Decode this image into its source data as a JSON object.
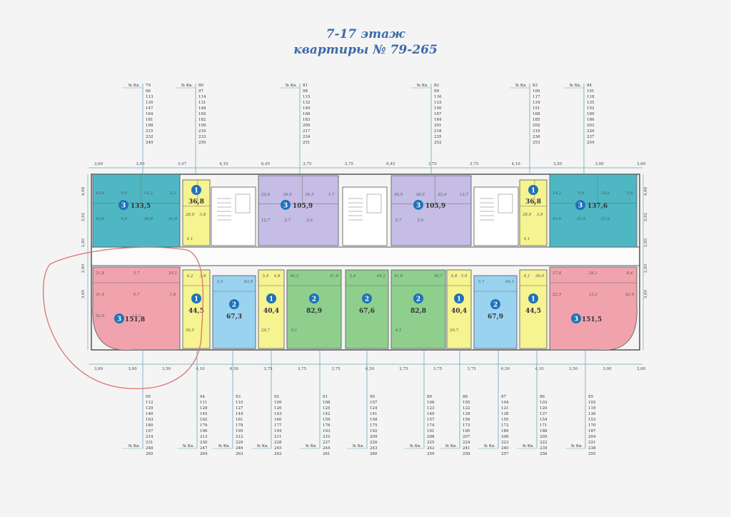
{
  "header": {
    "floor": "7-17 этаж",
    "apartments": "квартиры № 79-265"
  },
  "kv_label": "№ Кв.",
  "colors": {
    "teal": "#4fb7c4",
    "yellow": "#f6f391",
    "lilac": "#c5bde5",
    "blue": "#9ad3f0",
    "green": "#8fcf8e",
    "pink": "#f0a3ad",
    "badge": "#1e72b8",
    "dim_line": "#6aa7b7",
    "wall": "#555555",
    "circle_mark": "#d9736f"
  },
  "top_lists": [
    [
      "79",
      "96",
      "113",
      "130",
      "147",
      "164",
      "181",
      "198",
      "215",
      "232",
      "249"
    ],
    [
      "80",
      "97",
      "114",
      "131",
      "148",
      "165",
      "182",
      "199",
      "216",
      "233",
      "250"
    ],
    [
      "81",
      "98",
      "115",
      "132",
      "149",
      "166",
      "183",
      "200",
      "217",
      "234",
      "251"
    ],
    [
      "82",
      "99",
      "116",
      "133",
      "150",
      "167",
      "184",
      "201",
      "218",
      "235",
      "252"
    ],
    [
      "83",
      "100",
      "117",
      "134",
      "151",
      "168",
      "185",
      "202",
      "219",
      "236",
      "253"
    ],
    [
      "84",
      "101",
      "118",
      "135",
      "152",
      "169",
      "186",
      "203",
      "220",
      "237",
      "254"
    ]
  ],
  "bottom_lists": [
    [
      "95",
      "112",
      "129",
      "146",
      "163",
      "180",
      "197",
      "214",
      "231",
      "248",
      "265"
    ],
    [
      "94",
      "111",
      "128",
      "145",
      "162",
      "179",
      "196",
      "213",
      "230",
      "247",
      "264"
    ],
    [
      "93",
      "110",
      "127",
      "144",
      "161",
      "178",
      "195",
      "212",
      "229",
      "246",
      "263"
    ],
    [
      "92",
      "109",
      "126",
      "143",
      "160",
      "177",
      "194",
      "211",
      "228",
      "245",
      "262"
    ],
    [
      "91",
      "108",
      "125",
      "142",
      "159",
      "176",
      "193",
      "210",
      "227",
      "244",
      "261"
    ],
    [
      "90",
      "107",
      "124",
      "141",
      "158",
      "175",
      "192",
      "209",
      "226",
      "243",
      "260"
    ],
    [
      "89",
      "106",
      "123",
      "140",
      "157",
      "174",
      "191",
      "208",
      "225",
      "242",
      "259"
    ],
    [
      "88",
      "105",
      "122",
      "139",
      "156",
      "173",
      "190",
      "207",
      "224",
      "241",
      "258"
    ],
    [
      "87",
      "104",
      "121",
      "138",
      "155",
      "172",
      "189",
      "206",
      "223",
      "240",
      "257"
    ],
    [
      "86",
      "103",
      "120",
      "137",
      "154",
      "171",
      "188",
      "205",
      "222",
      "239",
      "256"
    ],
    [
      "85",
      "102",
      "119",
      "136",
      "153",
      "170",
      "187",
      "204",
      "221",
      "238",
      "255"
    ]
  ],
  "top_dims": [
    "3,69",
    "3,00",
    "3,47",
    "4,10",
    "6,45",
    "3,75",
    "3,75",
    "6,45",
    "3,75",
    "3,75",
    "4,10",
    "3,50",
    "3,00",
    "3,69"
  ],
  "bottom_dims": [
    "3,69",
    "3,00",
    "3,50",
    "4,10",
    "6,50",
    "3,75",
    "3,75",
    "3,75",
    "6,50",
    "2,75",
    "3,75",
    "3,75",
    "6,50",
    "4,10",
    "3,50",
    "3,00",
    "3,69"
  ],
  "side_dims_left": [
    "4,88",
    "3,92",
    "2,80",
    "2,80",
    "3,60"
  ],
  "side_dims_right": [
    "4,88",
    "3,92",
    "2,80",
    "2,80",
    "3,60"
  ],
  "top_units": [
    {
      "rooms": "3",
      "area": "133,5",
      "color": "teal",
      "rooms_sub": [
        "10,9",
        "9,9",
        "14,2",
        "3,2",
        "43,6",
        "6,4",
        "20,8",
        "20,8"
      ]
    },
    {
      "rooms": "1",
      "area": "36,8",
      "color": "yellow",
      "rooms_sub": [
        "28,9",
        "3,8",
        "4,1"
      ]
    },
    {
      "rooms": "3",
      "area": "105,9",
      "color": "lilac",
      "rooms_sub": [
        "22,6",
        "26,0",
        "34,5",
        "1,7",
        "12,7",
        "3,7",
        "3,0"
      ]
    },
    {
      "rooms": "3",
      "area": "105,9",
      "color": "lilac",
      "rooms_sub": [
        "34,5",
        "26,0",
        "22,4",
        "12,7",
        "5,7",
        "3,0"
      ]
    },
    {
      "rooms": "1",
      "area": "36,8",
      "color": "yellow",
      "rooms_sub": [
        "28,9",
        "3,8",
        "4,1"
      ]
    },
    {
      "rooms": "3",
      "area": "137,6",
      "color": "teal",
      "rooms_sub": [
        "14,2",
        "9,9",
        "18,6",
        "5,6",
        "43,6",
        "20,8",
        "23,9"
      ]
    }
  ],
  "bottom_units": [
    {
      "rooms": "3",
      "area": "151,8",
      "color": "pink",
      "rooms_sub": [
        "21,8",
        "3,7",
        "25,1",
        "31,4",
        "5,7",
        "1,6",
        "52,0",
        "13,2"
      ]
    },
    {
      "rooms": "1",
      "area": "44,5",
      "color": "yellow",
      "rooms_sub": [
        "4,2",
        "3,8",
        "36,5"
      ]
    },
    {
      "rooms": "2",
      "area": "67,3",
      "color": "blue",
      "rooms_sub": [
        "3,4",
        "63,9"
      ]
    },
    {
      "rooms": "1",
      "area": "40,4",
      "color": "yellow",
      "rooms_sub": [
        "5,9",
        "4,8",
        "29,7"
      ]
    },
    {
      "rooms": "2",
      "area": "82,9",
      "color": "green",
      "rooms_sub": [
        "36,3",
        "41,8",
        "5,1"
      ]
    },
    {
      "rooms": "2",
      "area": "67,6",
      "color": "green",
      "rooms_sub": [
        "3,4",
        "64,2"
      ]
    },
    {
      "rooms": "2",
      "area": "82,8",
      "color": "green",
      "rooms_sub": [
        "41,8",
        "36,7",
        "4,5"
      ]
    },
    {
      "rooms": "1",
      "area": "40,4",
      "color": "yellow",
      "rooms_sub": [
        "4,8",
        "5,9",
        "29,7"
      ]
    },
    {
      "rooms": "2",
      "area": "67,9",
      "color": "blue",
      "rooms_sub": [
        "3,7",
        "64,2"
      ]
    },
    {
      "rooms": "1",
      "area": "44,5",
      "color": "yellow",
      "rooms_sub": [
        "4,1",
        "36,6"
      ]
    },
    {
      "rooms": "3",
      "area": "151,5",
      "color": "pink",
      "rooms_sub": [
        "27,8",
        "26,1",
        "8,4",
        "22,5",
        "13,2",
        "52,9"
      ]
    }
  ]
}
